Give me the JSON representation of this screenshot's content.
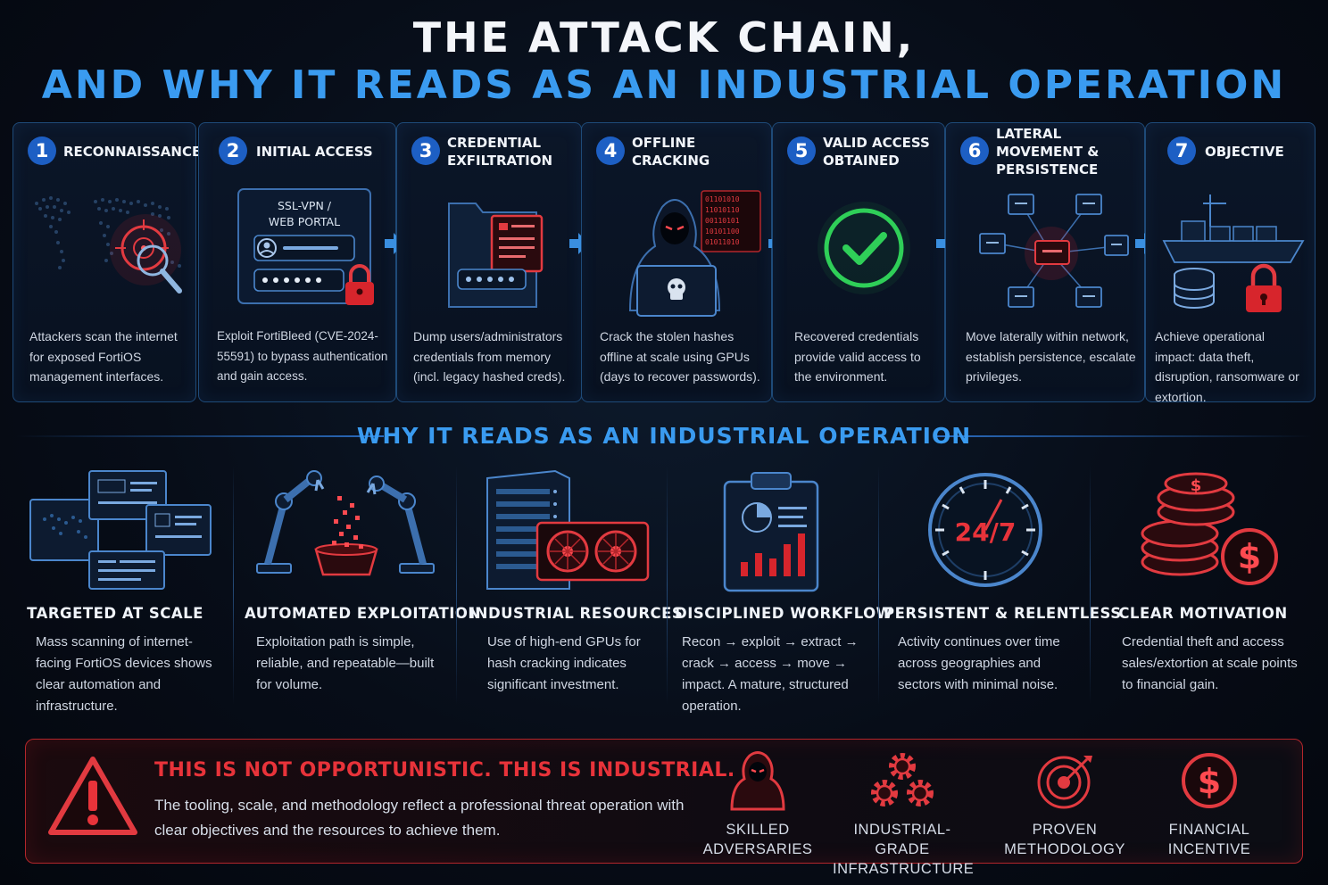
{
  "header": {
    "title_line1": "THE ATTACK CHAIN,",
    "title_line2": "AND WHY IT READS AS AN INDUSTRIAL OPERATION"
  },
  "chain": {
    "steps": [
      {
        "number": "1",
        "title": "RECONNAISSANCE",
        "description": "Attackers scan the internet for exposed FortiOS management interfaces.",
        "icon": "world-map-target-icon"
      },
      {
        "number": "2",
        "title": "INITIAL ACCESS",
        "description": "Exploit FortiBleed (CVE-2024-55591) to bypass authentication and gain access.",
        "icon": "login-portal-icon",
        "portal_label_1": "SSL-VPN /",
        "portal_label_2": "WEB PORTAL"
      },
      {
        "number": "3",
        "title": "CREDENTIAL EXFILTRATION",
        "description": "Dump users/administrators credentials from memory (incl. legacy hashed creds).",
        "icon": "folder-document-icon"
      },
      {
        "number": "4",
        "title": "OFFLINE CRACKING",
        "description": "Crack the stolen hashes offline at scale using GPUs (days to recover passwords).",
        "icon": "hooded-hacker-icon"
      },
      {
        "number": "5",
        "title": "VALID ACCESS OBTAINED",
        "description": "Recovered credentials provide valid access to the environment.",
        "icon": "checkmark-icon"
      },
      {
        "number": "6",
        "title": "LATERAL MOVEMENT & PERSISTENCE",
        "description": "Move laterally within network, establish persistence, escalate privileges.",
        "icon": "network-nodes-icon"
      },
      {
        "number": "7",
        "title": "OBJECTIVE",
        "description": "Achieve operational impact: data theft, disruption, ransomware or extortion.",
        "icon": "ship-database-lock-icon"
      }
    ]
  },
  "section2": {
    "title": "WHY IT READS AS AN INDUSTRIAL OPERATION"
  },
  "traits": [
    {
      "title": "TARGETED AT SCALE",
      "description": "Mass scanning of internet-facing FortiOS devices shows clear automation and infrastructure.",
      "icon": "monitors-icon"
    },
    {
      "title": "AUTOMATED EXPLOITATION",
      "description": "Exploitation path is simple, reliable, and repeatable—built for volume.",
      "icon": "robot-arms-icon"
    },
    {
      "title": "INDUSTRIAL RESOURCES",
      "description": "Use of high-end GPUs for hash cracking indicates significant investment.",
      "icon": "server-gpu-icon"
    },
    {
      "title": "DISCIPLINED WORKFLOW",
      "description": "Recon → exploit → extract → crack → access → move → impact. A mature, structured operation.",
      "icon": "clipboard-chart-icon"
    },
    {
      "title": "PERSISTENT & RELENTLESS",
      "description": "Activity continues over time across geographies and sectors with minimal noise.",
      "icon": "clock-24-7-icon",
      "clock_text": "24/7"
    },
    {
      "title": "CLEAR MOTIVATION",
      "description": "Credential theft and access sales/extortion at scale points to financial gain.",
      "icon": "coins-dollar-icon"
    }
  ],
  "banner": {
    "headline": "THIS IS NOT OPPORTUNISTIC. THIS IS INDUSTRIAL.",
    "body": "The tooling, scale, and methodology reflect a professional threat operation with clear objectives and the resources to achieve them.",
    "icons": [
      {
        "label_1": "SKILLED",
        "label_2": "ADVERSARIES",
        "icon": "hacker-icon"
      },
      {
        "label_1": "INDUSTRIAL-GRADE",
        "label_2": "INFRASTRUCTURE",
        "icon": "gears-icon"
      },
      {
        "label_1": "PROVEN",
        "label_2": "METHODOLOGY",
        "icon": "target-icon"
      },
      {
        "label_1": "FINANCIAL",
        "label_2": "INCENTIVE",
        "icon": "dollar-icon"
      }
    ]
  },
  "colors": {
    "accent_blue": "#3a9bf0",
    "alert_red": "#e8333a",
    "success_green": "#2fcf58",
    "background": "#070d18"
  }
}
